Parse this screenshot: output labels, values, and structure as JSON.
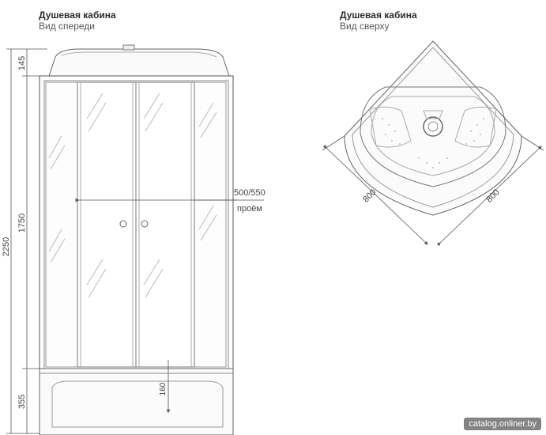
{
  "front_view": {
    "title": "Душевая кабина",
    "subtitle": "Вид спереди",
    "dims": {
      "total_height": "2250",
      "top_height": "145",
      "cabin_height": "1750",
      "tray_height": "355",
      "opening_label": "500/550",
      "opening_word": "проём",
      "small_height": "160"
    }
  },
  "top_view": {
    "title": "Душевая кабина",
    "subtitle": "Вид сверху",
    "dims": {
      "side_left": "800",
      "side_right": "800"
    }
  },
  "watermark": "catalog.onliner.by"
}
